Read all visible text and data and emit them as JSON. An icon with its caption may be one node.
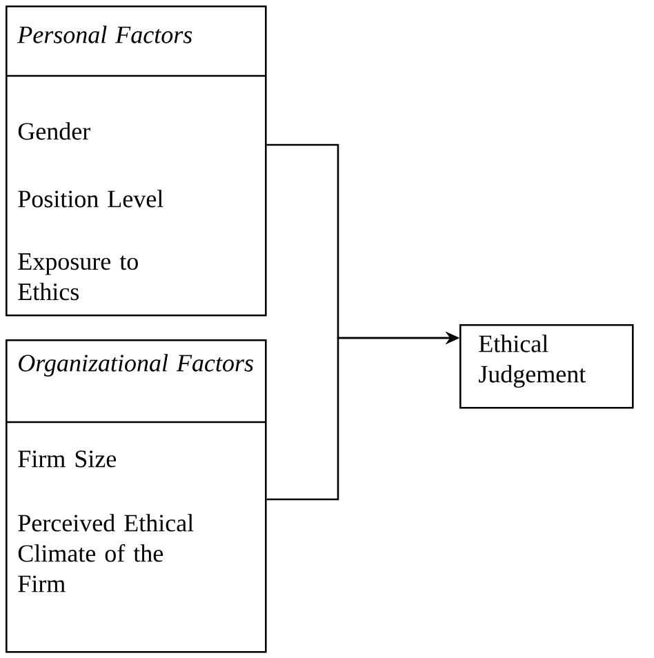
{
  "diagram": {
    "nodes": [
      {
        "text": [
          "Personal Factors",
          "Gender",
          "Position Level",
          "Exposure to Ethics"
        ]
      },
      {
        "text": [
          "Organizational Factors",
          "Firm Size",
          "Perceived Ethical Climate of the Firm"
        ]
      },
      {
        "text": [
          "Ethical Judgement"
        ]
      }
    ],
    "edges": [
      {
        "from": 0,
        "to": 2,
        "arrow": "to"
      },
      {
        "from": 1,
        "to": 2,
        "arrow": "to"
      }
    ]
  }
}
